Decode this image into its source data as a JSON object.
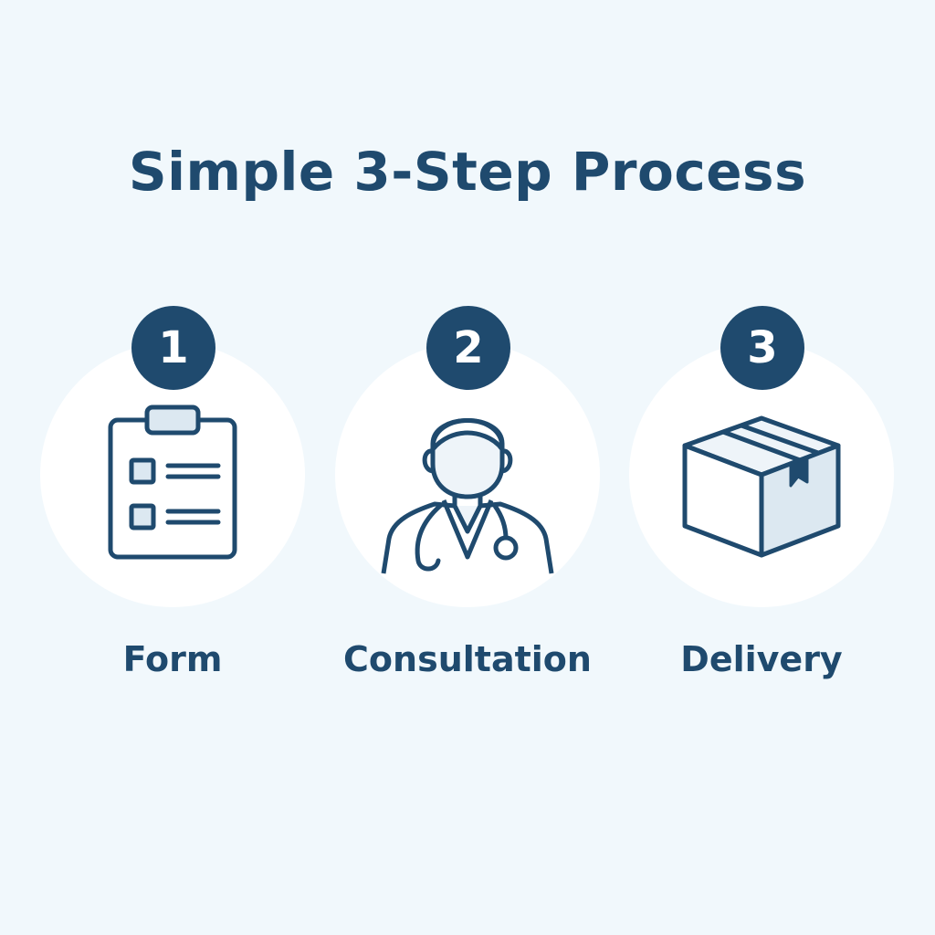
{
  "title": "Simple 3-Step Process",
  "colors": {
    "background": "#f1f8fc",
    "accent": "#1f4a6e",
    "circle": "#ffffff",
    "icon_fill": "#dce8f1"
  },
  "steps": [
    {
      "number": "1",
      "label": "Form",
      "icon": "clipboard-icon"
    },
    {
      "number": "2",
      "label": "Consultation",
      "icon": "doctor-icon"
    },
    {
      "number": "3",
      "label": "Delivery",
      "icon": "package-box-icon"
    }
  ]
}
